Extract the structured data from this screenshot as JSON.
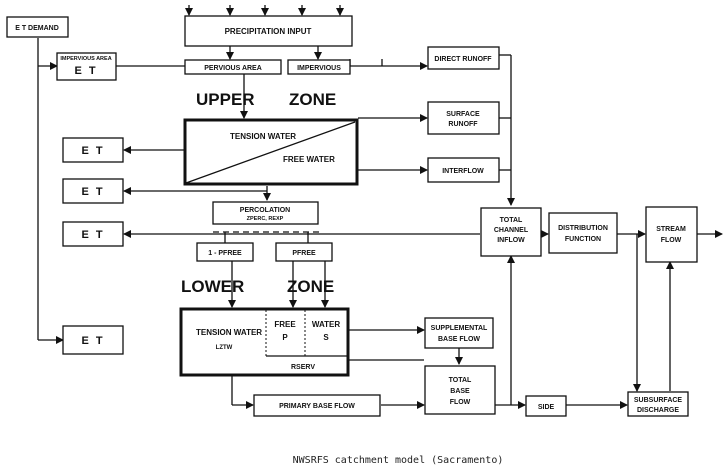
{
  "labels": {
    "et_demand": "E T DEMAND",
    "impervious_area": "IMPERVIOUS AREA",
    "et": "E T",
    "precipitation_input": "PRECIPITATION INPUT",
    "pervious_area": "PERVIOUS AREA",
    "impervious": "IMPERVIOUS",
    "direct_runoff": "DIRECT RUNOFF",
    "upper": "UPPER",
    "zone_upper": "ZONE",
    "tension_water_upper": "TENSION WATER",
    "free_water": "FREE WATER",
    "surface_runoff_1": "SURFACE",
    "surface_runoff_2": "RUNOFF",
    "interflow": "INTERFLOW",
    "percolation": "PERCOLATION",
    "percolation_params": "ZPERC, REXP",
    "pfree_1": "1 - PFREE",
    "pfree": "PFREE",
    "total_channel_1": "TOTAL",
    "total_channel_2": "CHANNEL",
    "total_channel_3": "INFLOW",
    "distribution_1": "DISTRIBUTION",
    "distribution_2": "FUNCTION",
    "stream_1": "STREAM",
    "stream_2": "FLOW",
    "lower": "LOWER",
    "zone_lower": "ZONE",
    "tension_water_lower": "TENSION WATER",
    "lztw": "LZTW",
    "free_p_1": "FREE",
    "free_p_2": "P",
    "water_s_1": "WATER",
    "water_s_2": "S",
    "rserv": "RSERV",
    "supplemental_1": "SUPPLEMENTAL",
    "supplemental_2": "BASE FLOW",
    "total_base_1": "TOTAL",
    "total_base_2": "BASE",
    "total_base_3": "FLOW",
    "primary_base_flow": "PRIMARY BASE FLOW",
    "side": "SIDE",
    "subsurface_1": "SUBSURFACE",
    "subsurface_2": "DISCHARGE"
  },
  "caption": "NWSRFS catchment model (Sacramento)"
}
